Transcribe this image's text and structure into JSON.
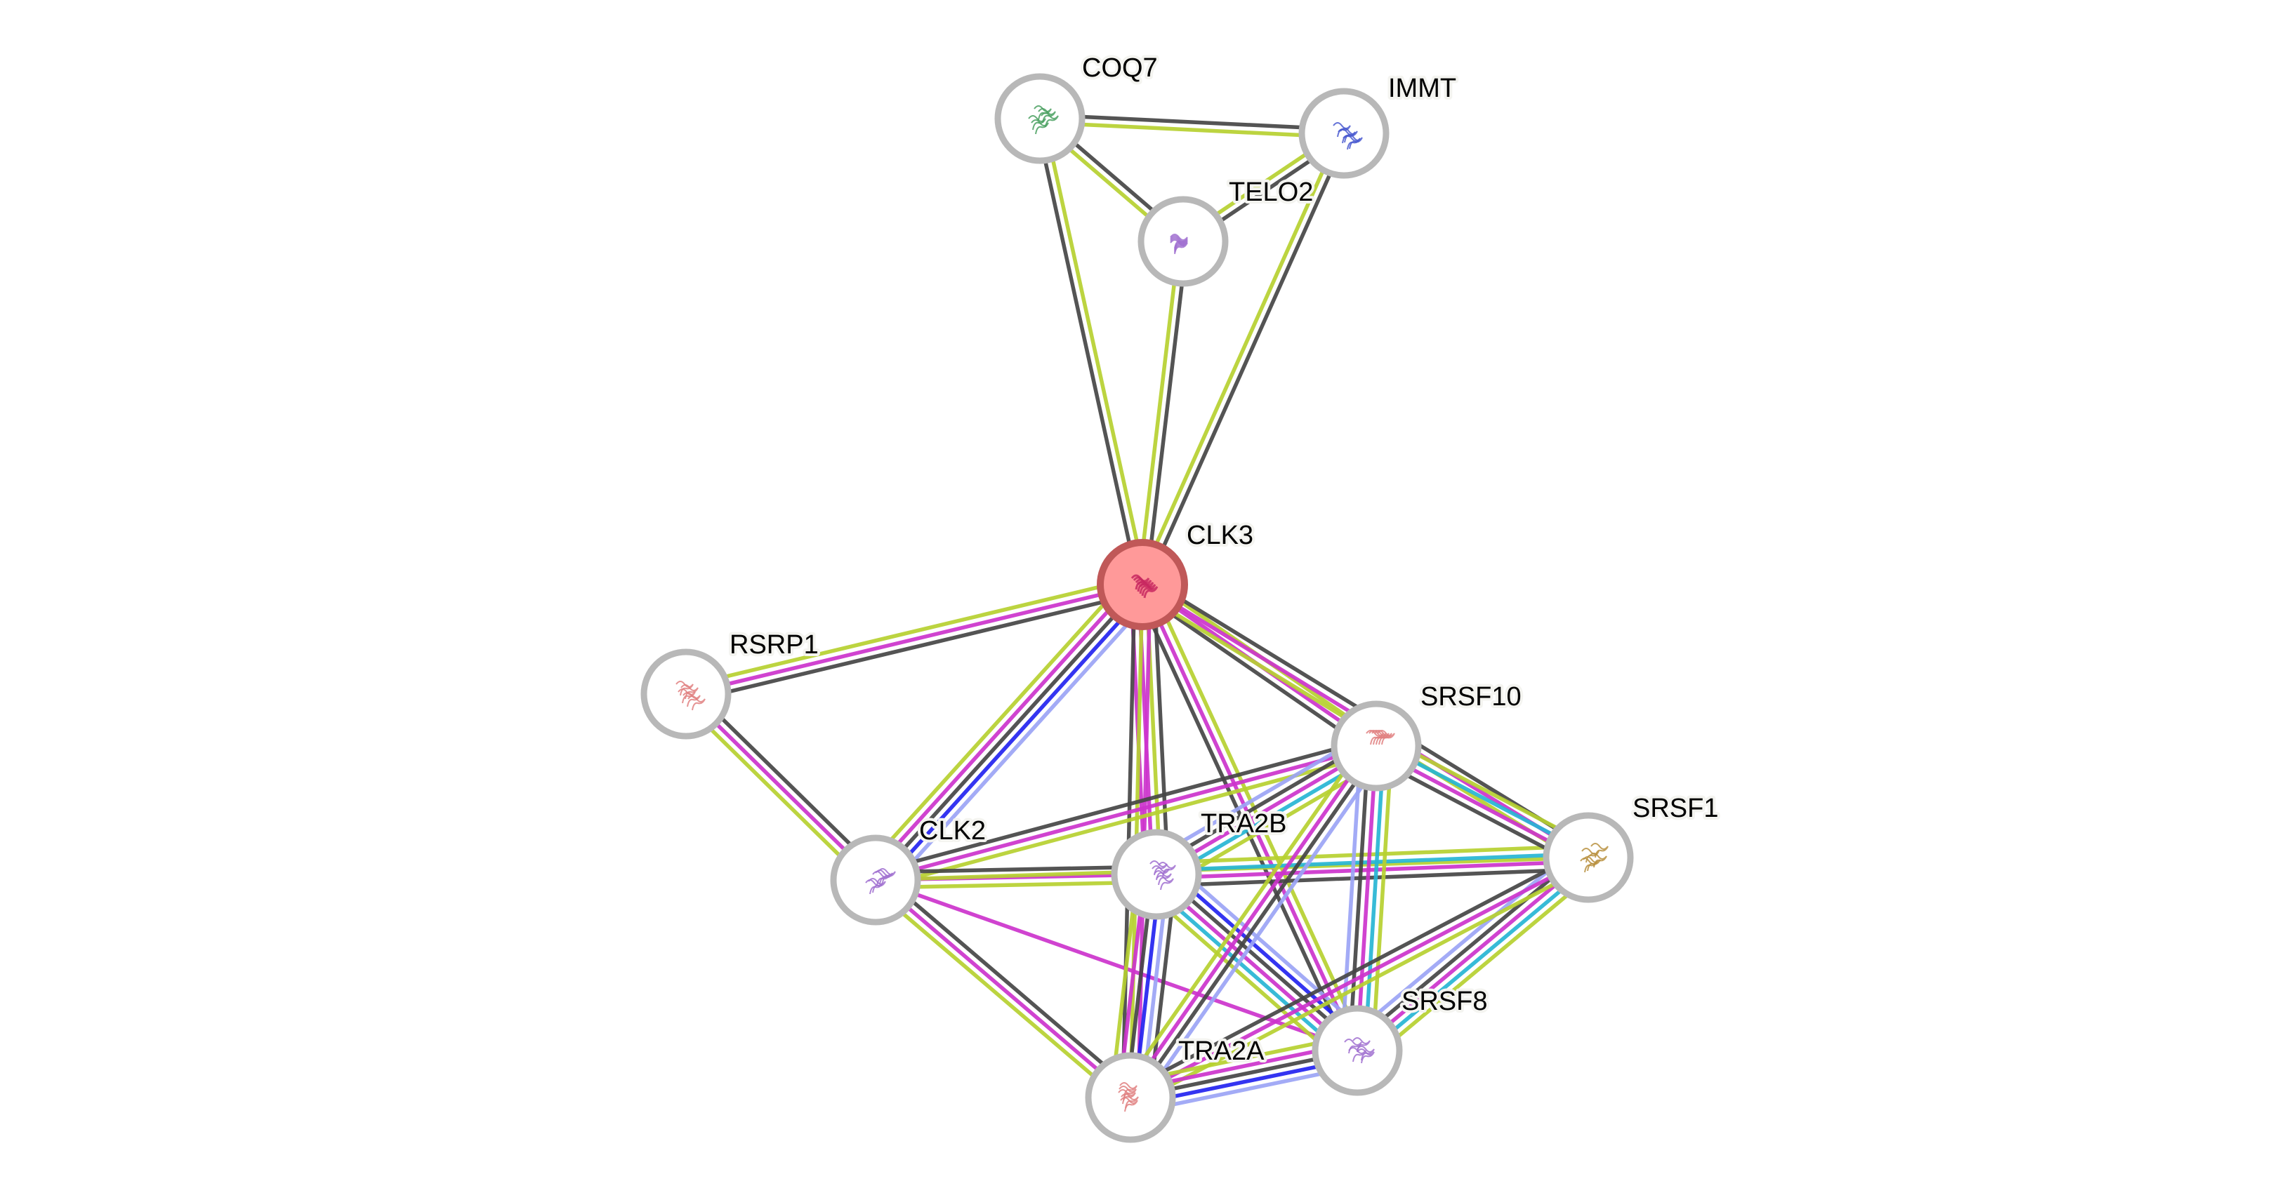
{
  "network": {
    "title": "Protein interaction network",
    "query_protein": "CLK3",
    "evidence_colors": {
      "textmining": "#b6d030",
      "coexpression": "#454545",
      "experiments": "#cc33cc",
      "databases": "#26b5d4",
      "homology": "#2323f0",
      "cooccurrence": "#9ba4f5"
    },
    "nodes": [
      {
        "id": "CLK3",
        "label": "CLK3",
        "query": true,
        "structure_color": "#c82860"
      },
      {
        "id": "COQ7",
        "label": "COQ7",
        "query": false,
        "structure_color": "#4aa060"
      },
      {
        "id": "IMMT",
        "label": "IMMT",
        "query": false,
        "structure_color": "#4a5ad0"
      },
      {
        "id": "TELO2",
        "label": "TELO2",
        "query": false,
        "structure_color": "#a070d0"
      },
      {
        "id": "RSRP1",
        "label": "RSRP1",
        "query": false,
        "structure_color": "#e08080"
      },
      {
        "id": "CLK2",
        "label": "CLK2",
        "query": false,
        "structure_color": "#a070d0"
      },
      {
        "id": "TRA2B",
        "label": "TRA2B",
        "query": false,
        "structure_color": "#a070d0"
      },
      {
        "id": "SRSF10",
        "label": "SRSF10",
        "query": false,
        "structure_color": "#e08080"
      },
      {
        "id": "SRSF1",
        "label": "SRSF1",
        "query": false,
        "structure_color": "#b89040"
      },
      {
        "id": "SRSF8",
        "label": "SRSF8",
        "query": false,
        "structure_color": "#a070d0"
      },
      {
        "id": "TRA2A",
        "label": "TRA2A",
        "query": false,
        "structure_color": "#e08080"
      }
    ],
    "edges": [
      {
        "source": "COQ7",
        "target": "IMMT",
        "evidence": [
          "coexpression",
          "textmining"
        ]
      },
      {
        "source": "COQ7",
        "target": "TELO2",
        "evidence": [
          "coexpression",
          "textmining"
        ]
      },
      {
        "source": "COQ7",
        "target": "CLK3",
        "evidence": [
          "textmining",
          "coexpression"
        ]
      },
      {
        "source": "IMMT",
        "target": "TELO2",
        "evidence": [
          "coexpression",
          "textmining"
        ]
      },
      {
        "source": "IMMT",
        "target": "CLK3",
        "evidence": [
          "coexpression",
          "textmining"
        ]
      },
      {
        "source": "TELO2",
        "target": "CLK3",
        "evidence": [
          "coexpression",
          "textmining"
        ]
      },
      {
        "source": "CLK3",
        "target": "RSRP1",
        "evidence": [
          "coexpression",
          "experiments",
          "textmining"
        ]
      },
      {
        "source": "CLK3",
        "target": "CLK2",
        "evidence": [
          "cooccurrence",
          "homology",
          "coexpression",
          "experiments",
          "textmining"
        ]
      },
      {
        "source": "CLK3",
        "target": "TRA2B",
        "evidence": [
          "coexpression",
          "textmining",
          "experiments",
          "experiments"
        ]
      },
      {
        "source": "CLK3",
        "target": "TRA2A",
        "evidence": [
          "experiments",
          "textmining",
          "coexpression"
        ]
      },
      {
        "source": "CLK3",
        "target": "SRSF8",
        "evidence": [
          "textmining",
          "experiments",
          "coexpression"
        ]
      },
      {
        "source": "CLK3",
        "target": "SRSF10",
        "evidence": [
          "textmining",
          "experiments",
          "coexpression"
        ]
      },
      {
        "source": "CLK3",
        "target": "SRSF1",
        "evidence": [
          "coexpression",
          "experiments",
          "textmining"
        ]
      },
      {
        "source": "RSRP1",
        "target": "CLK2",
        "evidence": [
          "coexpression",
          "experiments",
          "textmining"
        ]
      },
      {
        "source": "CLK2",
        "target": "SRSF10",
        "evidence": [
          "coexpression",
          "experiments",
          "textmining"
        ]
      },
      {
        "source": "CLK2",
        "target": "TRA2B",
        "evidence": [
          "coexpression",
          "experiments",
          "textmining"
        ]
      },
      {
        "source": "CLK2",
        "target": "SRSF8",
        "evidence": [
          "experiments"
        ]
      },
      {
        "source": "CLK2",
        "target": "SRSF1",
        "evidence": [
          "textmining"
        ]
      },
      {
        "source": "CLK2",
        "target": "TRA2A",
        "evidence": [
          "coexpression",
          "experiments",
          "textmining"
        ]
      },
      {
        "source": "TRA2B",
        "target": "SRSF10",
        "evidence": [
          "cooccurrence",
          "coexpression",
          "experiments",
          "databases",
          "textmining"
        ]
      },
      {
        "source": "TRA2B",
        "target": "SRSF1",
        "evidence": [
          "textmining",
          "databases",
          "experiments",
          "coexpression"
        ]
      },
      {
        "source": "TRA2B",
        "target": "SRSF8",
        "evidence": [
          "cooccurrence",
          "homology",
          "coexpression",
          "experiments",
          "databases",
          "textmining"
        ]
      },
      {
        "source": "TRA2B",
        "target": "TRA2A",
        "evidence": [
          "coexpression",
          "cooccurrence",
          "homology",
          "coexpression",
          "experiments",
          "textmining"
        ]
      },
      {
        "source": "SRSF10",
        "target": "SRSF1",
        "evidence": [
          "textmining",
          "databases",
          "experiments",
          "coexpression"
        ]
      },
      {
        "source": "SRSF10",
        "target": "SRSF8",
        "evidence": [
          "textmining",
          "databases",
          "experiments",
          "coexpression",
          "cooccurrence"
        ]
      },
      {
        "source": "SRSF10",
        "target": "TRA2A",
        "evidence": [
          "cooccurrence",
          "coexpression",
          "experiments",
          "textmining"
        ]
      },
      {
        "source": "SRSF1",
        "target": "SRSF8",
        "evidence": [
          "textmining",
          "databases",
          "experiments",
          "coexpression",
          "cooccurrence"
        ]
      },
      {
        "source": "SRSF1",
        "target": "TRA2A",
        "evidence": [
          "textmining",
          "experiments",
          "coexpression"
        ]
      },
      {
        "source": "SRSF8",
        "target": "TRA2A",
        "evidence": [
          "cooccurrence",
          "homology",
          "coexpression",
          "experiments",
          "textmining"
        ]
      }
    ]
  }
}
